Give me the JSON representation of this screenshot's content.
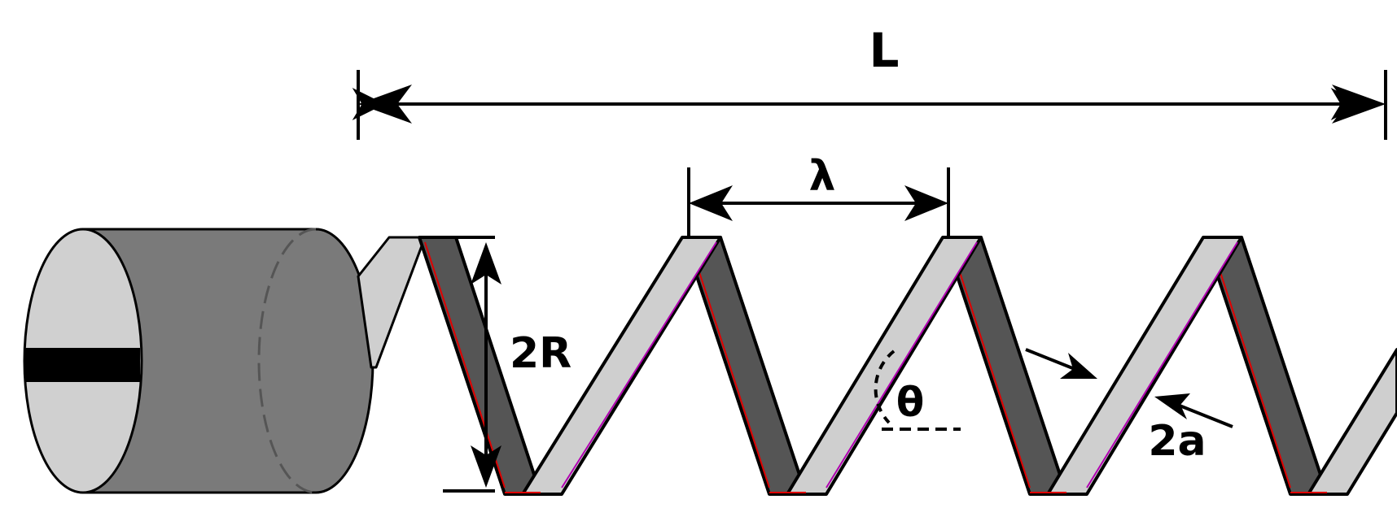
{
  "labels": {
    "length": "L",
    "wavelength": "λ",
    "diameter": "2R",
    "angle": "θ",
    "thickness": "2a"
  },
  "colors": {
    "outline": "#000000",
    "ribbon_front": "#cfcfcf",
    "ribbon_back": "#555555",
    "edge_red": "#e00000",
    "edge_magenta": "#b000b0",
    "motor_body": "#7a7a7a",
    "motor_face": "#d0d0d0",
    "motor_slot": "#000000"
  },
  "icons": {
    "motor": "cylinder-motor-icon",
    "helix": "helical-ribbon-icon"
  }
}
